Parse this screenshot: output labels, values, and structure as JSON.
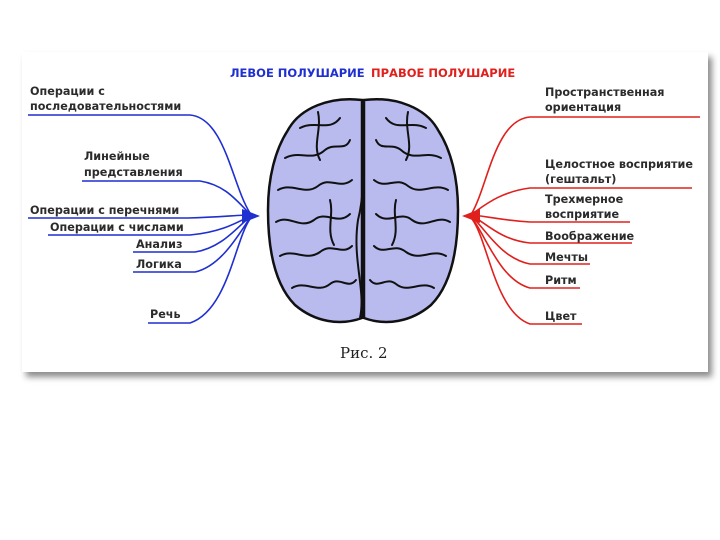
{
  "headers": {
    "left": "ЛЕВОЕ ПОЛУШАРИЕ",
    "right": "ПРАВОЕ ПОЛУШАРИЕ"
  },
  "left_items": [
    {
      "line1": "Операции с",
      "line2": "последовательностями"
    },
    {
      "line1": "Линейные",
      "line2": "представления"
    },
    {
      "line1": "Операции с перечнями",
      "line2": ""
    },
    {
      "line1": "Операции с числами",
      "line2": ""
    },
    {
      "line1": "Анализ",
      "line2": ""
    },
    {
      "line1": "Логика",
      "line2": ""
    },
    {
      "line1": "Речь",
      "line2": ""
    }
  ],
  "right_items": [
    {
      "line1": "Пространственная",
      "line2": "ориентация"
    },
    {
      "line1": "Целостное восприятие",
      "line2": "(гештальт)"
    },
    {
      "line1": "Трехмерное",
      "line2": "восприятие"
    },
    {
      "line1": "Воображение",
      "line2": ""
    },
    {
      "line1": "Мечты",
      "line2": ""
    },
    {
      "line1": "Ритм",
      "line2": ""
    },
    {
      "line1": "Цвет",
      "line2": ""
    }
  ],
  "caption": "Рис. 2",
  "colors": {
    "left_accent": "#1f2fd0",
    "right_accent": "#e0201c",
    "brain_fill": "#b9bbef",
    "brain_outline": "#111111"
  }
}
